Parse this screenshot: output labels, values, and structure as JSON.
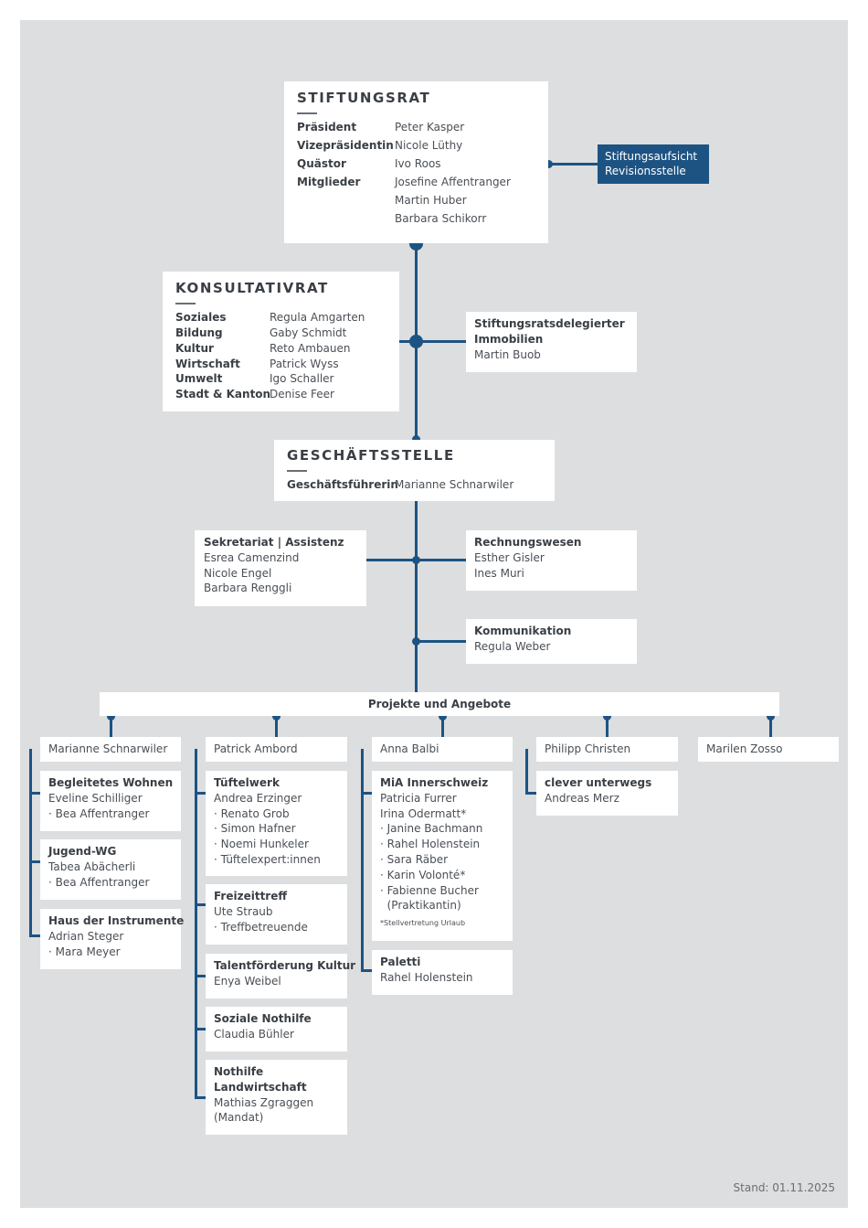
{
  "stiftungsrat": {
    "title": "STIFTUNGSRAT",
    "members": [
      {
        "role": "Präsident",
        "names": [
          "Peter Kasper"
        ]
      },
      {
        "role": "Vizepräsidentin",
        "names": [
          "Nicole Lüthy"
        ]
      },
      {
        "role": "Quästor",
        "names": [
          "Ivo Roos"
        ]
      },
      {
        "role": "Mitglieder",
        "names": [
          "Josefine Affentranger",
          "Martin Huber",
          "Barbara Schikorr"
        ]
      }
    ]
  },
  "aufsicht": {
    "line1": "Stiftungsaufsicht",
    "line2": "Revisionsstelle"
  },
  "konsultativrat": {
    "title": "KONSULTATIVRAT",
    "members": [
      {
        "role": "Soziales",
        "name": "Regula Amgarten"
      },
      {
        "role": "Bildung",
        "name": "Gaby Schmidt"
      },
      {
        "role": "Kultur",
        "name": "Reto Ambauen"
      },
      {
        "role": "Wirtschaft",
        "name": "Patrick Wyss"
      },
      {
        "role": "Umwelt",
        "name": "Igo Schaller"
      },
      {
        "role": "Stadt & Kanton",
        "name": "Denise Feer"
      }
    ]
  },
  "delegierter": {
    "title1": "Stiftungsratsdelegierter",
    "title2": "Immobilien",
    "name": "Martin Buob"
  },
  "geschaeftsstelle": {
    "title": "GESCHÄFTSSTELLE",
    "role": "Geschäftsführerin",
    "name": "Marianne Schnarwiler"
  },
  "sekretariat": {
    "title": "Sekretariat | Assistenz",
    "names": [
      "Esrea Camenzind",
      "Nicole Engel",
      "Barbara Renggli"
    ]
  },
  "rechnungswesen": {
    "title": "Rechnungswesen",
    "names": [
      "Esther Gisler",
      "Ines Muri"
    ]
  },
  "kommunikation": {
    "title": "Kommunikation",
    "names": [
      "Regula Weber"
    ]
  },
  "projekte": {
    "title": "Projekte und Angebote"
  },
  "columns": [
    {
      "head": "Marianne Schnarwiler",
      "boxes": [
        {
          "title": "Begleitetes Wohnen",
          "lines": [
            "Eveline Schilliger",
            "· Bea Affentranger"
          ]
        },
        {
          "title": "Jugend-WG",
          "lines": [
            "Tabea Abächerli",
            "· Bea Affentranger"
          ]
        },
        {
          "title": "Haus der Instrumente",
          "lines": [
            "Adrian Steger",
            "· Mara Meyer"
          ]
        }
      ]
    },
    {
      "head": "Patrick Ambord",
      "boxes": [
        {
          "title": "Tüftelwerk",
          "lines": [
            "Andrea Erzinger",
            "· Renato Grob",
            "· Simon Hafner",
            "· Noemi Hunkeler",
            "· Tüftelexpert:innen"
          ]
        },
        {
          "title": "Freizeittreff",
          "lines": [
            "Ute Straub",
            "· Treffbetreuende"
          ]
        },
        {
          "title": "Talentförderung Kultur",
          "lines": [
            "Enya Weibel"
          ]
        },
        {
          "title": "Soziale Nothilfe",
          "lines": [
            "Claudia Bühler"
          ]
        },
        {
          "title": "Nothilfe",
          "title2": "Landwirtschaft",
          "lines": [
            "Mathias Zgraggen",
            "(Mandat)"
          ]
        }
      ]
    },
    {
      "head": "Anna Balbi",
      "boxes": [
        {
          "title": "MiA Innerschweiz",
          "lines": [
            "Patricia Furrer",
            "Irina Odermatt*",
            "· Janine Bachmann",
            "· Rahel Holenstein",
            "· Sara Räber",
            "· Karin Volonté*",
            "· Fabienne Bucher",
            "  (Praktikantin)"
          ],
          "note": "*Stellvertretung Urlaub"
        },
        {
          "title": "Paletti",
          "lines": [
            "Rahel Holenstein"
          ]
        }
      ]
    },
    {
      "head": "Philipp Christen",
      "boxes": [
        {
          "title": "clever unterwegs",
          "lines": [
            "Andreas Merz"
          ]
        }
      ]
    },
    {
      "head": "Marilen Zosso",
      "boxes": []
    }
  ],
  "stand": "Stand: 01.11.2025",
  "colors": {
    "accent": "#1d5383",
    "background": "#dcdedf",
    "box": "#ffffff",
    "text": "#4a4f55"
  }
}
